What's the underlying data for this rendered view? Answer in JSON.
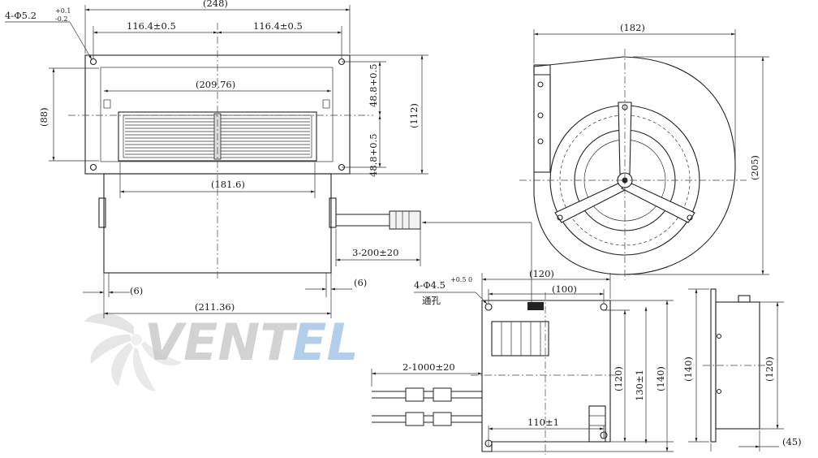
{
  "front_view": {
    "hole_spec_main": "4-Φ5.2",
    "hole_spec_tol_upper": "+0.1",
    "hole_spec_tol_lower": "-0.2",
    "overall_width": "(248)",
    "half_left": "116.4±0.5",
    "half_right": "116.4±0.5",
    "inner_width": "(209.76)",
    "height_left": "(88)",
    "height_right": "(112)",
    "upper_half": "48.8+0.5",
    "lower_half": "48.8+0.5",
    "wheel_width": "(181.6)",
    "cable_length": "3-200±20",
    "side_left": "(6)",
    "side_right": "(6)",
    "housing_width": "(211.36)"
  },
  "side_view": {
    "width": "(182)",
    "height": "(205)"
  },
  "bracket_view": {
    "hole_spec_main": "4-Φ4.5",
    "hole_spec_tol": "+0.5 0",
    "hole_note": "通孔",
    "width_outer": "(120)",
    "width_inner": "(100)",
    "cable_length": "2-1000±20",
    "hole_pitch_horizontal": "110±1",
    "height_a": "(120)",
    "height_b": "130±1",
    "height_c": "(140)"
  },
  "end_view": {
    "height_outer": "(140)",
    "height_inner": "(120)",
    "depth": "(45)"
  },
  "watermark": {
    "text_a": "VENT",
    "text_b": "EL",
    "color_a": "#c8c8c8",
    "color_b": "#9fc3e6"
  }
}
